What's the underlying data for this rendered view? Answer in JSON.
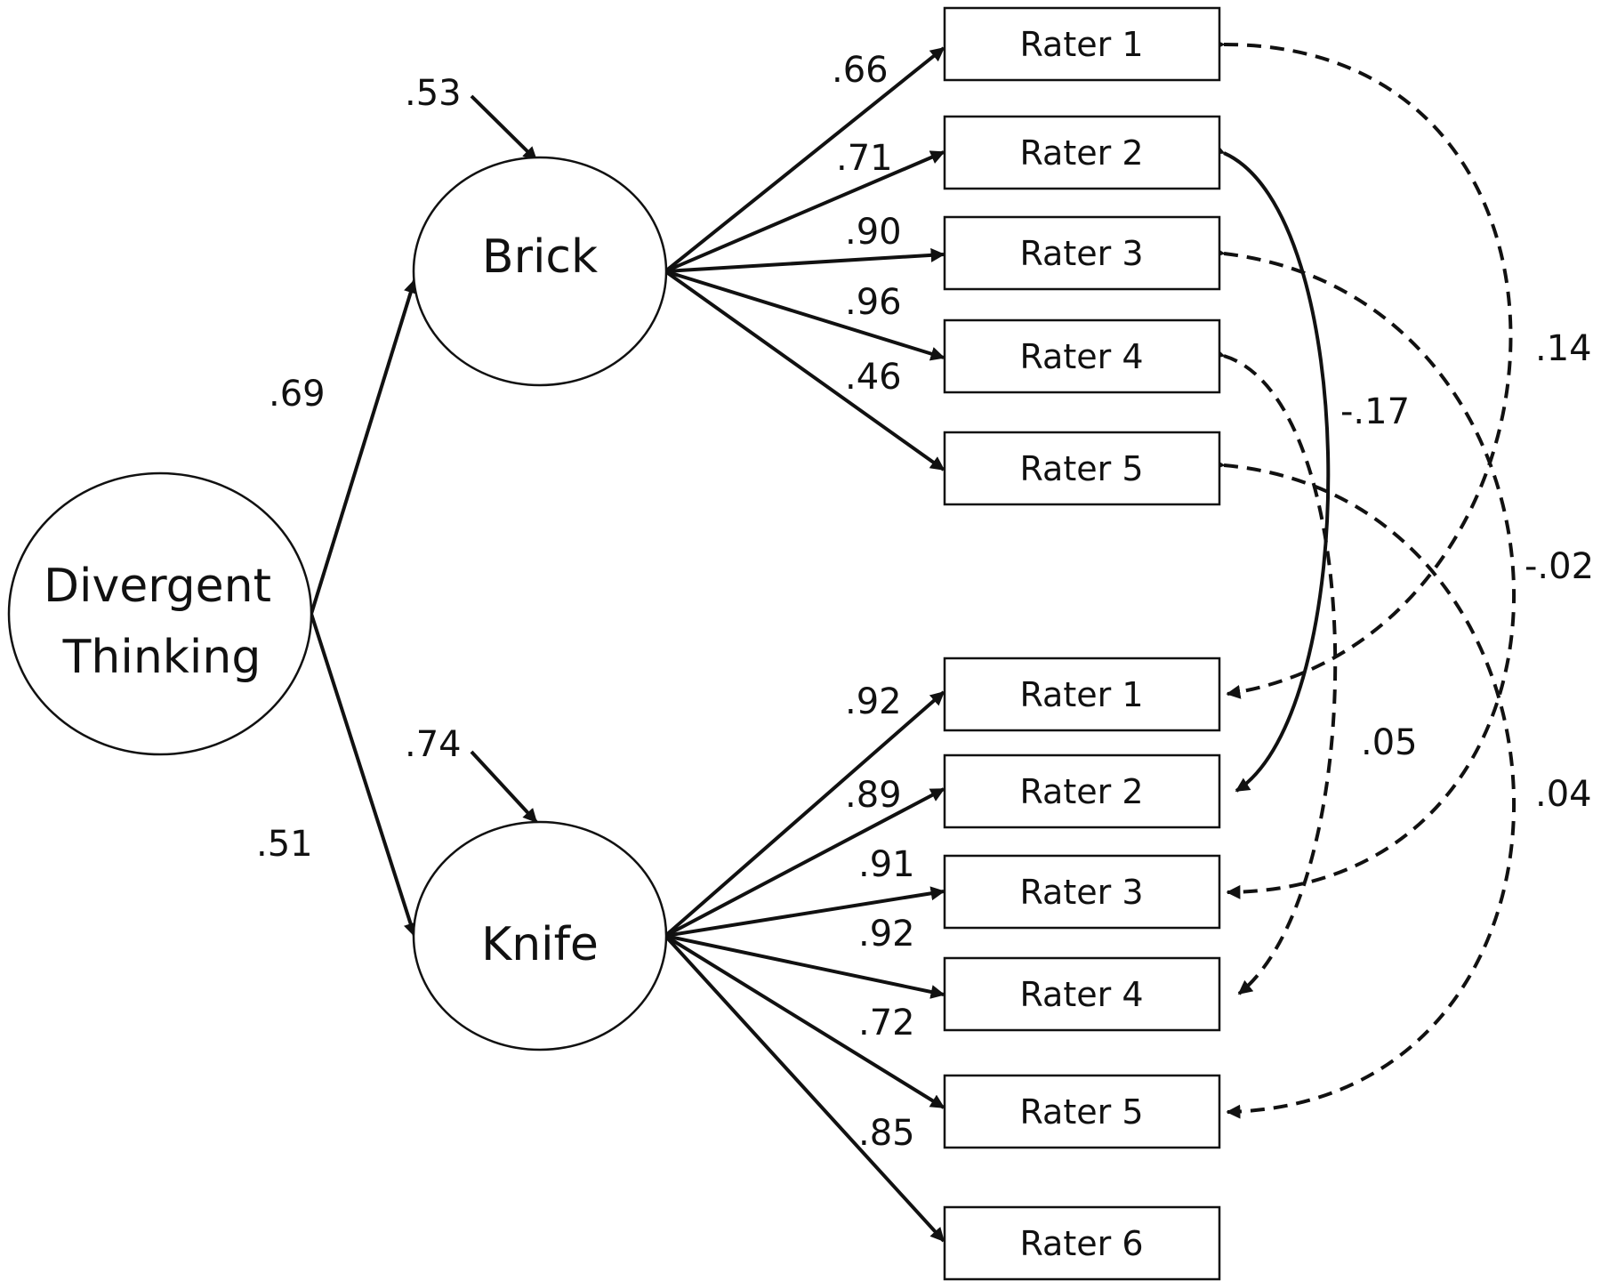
{
  "nodes": {
    "dt": {
      "label_lines": [
        "Divergent",
        "Thinking"
      ]
    },
    "brick": {
      "label": "Brick"
    },
    "knife": {
      "label": "Knife"
    },
    "b1": {
      "label": "Rater 1"
    },
    "b2": {
      "label": "Rater 2"
    },
    "b3": {
      "label": "Rater 3"
    },
    "b4": {
      "label": "Rater 4"
    },
    "b5": {
      "label": "Rater 5"
    },
    "k1": {
      "label": "Rater 1"
    },
    "k2": {
      "label": "Rater 2"
    },
    "k3": {
      "label": "Rater 3"
    },
    "k4": {
      "label": "Rater 4"
    },
    "k5": {
      "label": "Rater 5"
    },
    "k6": {
      "label": "Rater 6"
    }
  },
  "paths": {
    "dt_brick": ".69",
    "dt_knife": ".51"
  },
  "residuals": {
    "brick": ".53",
    "knife": ".74"
  },
  "loadings": {
    "brick": [
      ".66",
      ".71",
      ".90",
      ".96",
      ".46"
    ],
    "knife": [
      ".92",
      ".89",
      ".91",
      ".92",
      ".72",
      ".85"
    ]
  },
  "covariances": {
    "rater1": ".14",
    "rater2": "-.17",
    "rater3": "-.02",
    "rater4": ".05",
    "rater5": ".04"
  }
}
